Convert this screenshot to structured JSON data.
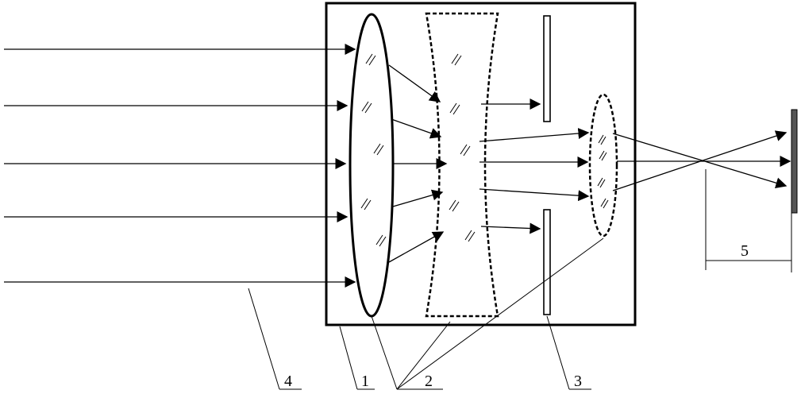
{
  "diagram": {
    "labels": {
      "housing": "1",
      "lenses": "2",
      "aperture": "3",
      "incident_light": "4",
      "distance": "5"
    },
    "colors": {
      "line": "#000000",
      "screen": "#555555",
      "background": "#ffffff"
    }
  }
}
